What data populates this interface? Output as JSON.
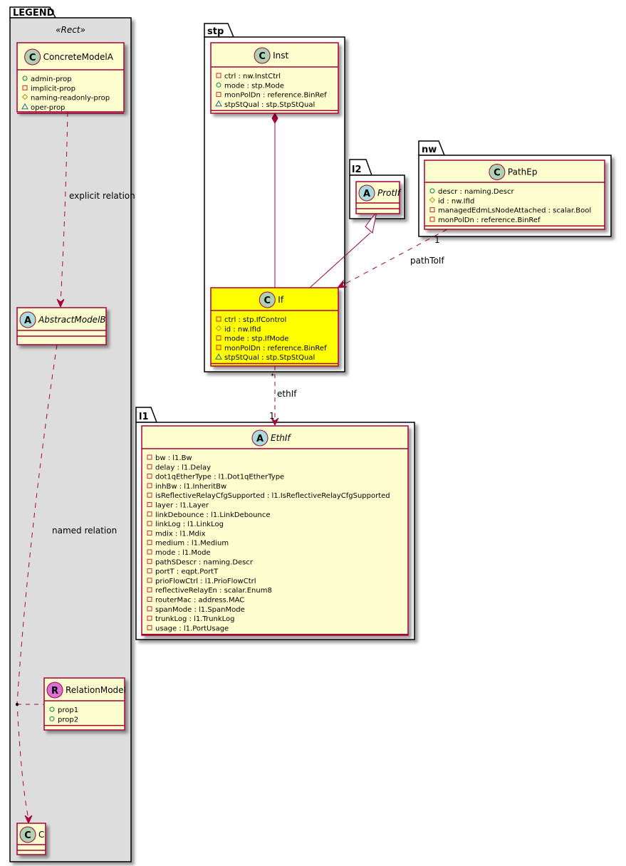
{
  "packages": {
    "legend": {
      "title": "LEGEND",
      "stereotype": "«Rect»"
    },
    "stp": {
      "title": "stp"
    },
    "l2": {
      "title": "l2"
    },
    "nw": {
      "title": "nw"
    },
    "l1": {
      "title": "l1"
    }
  },
  "classes": {
    "concreteModelA": {
      "kind": "C",
      "name": "ConcreteModelA",
      "attributes": [
        {
          "visibility": "public",
          "text": "admin-prop"
        },
        {
          "visibility": "private",
          "text": "implicit-prop"
        },
        {
          "visibility": "protected",
          "text": "naming-readonly-prop"
        },
        {
          "visibility": "package",
          "text": "oper-prop"
        }
      ]
    },
    "abstractModelB": {
      "kind": "A",
      "name": "AbstractModelB",
      "attributes": []
    },
    "relationModel": {
      "kind": "R",
      "name": "RelationModel",
      "attributes": [
        {
          "visibility": "public",
          "text": "prop1"
        },
        {
          "visibility": "public",
          "text": "prop2"
        }
      ]
    },
    "c": {
      "kind": "C",
      "name": "C",
      "attributes": []
    },
    "inst": {
      "kind": "C",
      "name": "Inst",
      "attributes": [
        {
          "visibility": "private",
          "text": "ctrl : nw.InstCtrl"
        },
        {
          "visibility": "public",
          "text": "mode : stp.Mode"
        },
        {
          "visibility": "private",
          "text": "monPolDn : reference.BinRef"
        },
        {
          "visibility": "package",
          "text": "stpStQual : stp.StpStQual"
        }
      ]
    },
    "if": {
      "kind": "C",
      "name": "If",
      "highlighted": true,
      "attributes": [
        {
          "visibility": "private",
          "text": "ctrl : stp.IfControl"
        },
        {
          "visibility": "protected",
          "text": "id : nw.IfId"
        },
        {
          "visibility": "private",
          "text": "mode : stp.IfMode"
        },
        {
          "visibility": "private",
          "text": "monPolDn : reference.BinRef"
        },
        {
          "visibility": "package",
          "text": "stpStQual : stp.StpStQual"
        }
      ]
    },
    "protIf": {
      "kind": "A",
      "name": "ProtIf",
      "attributes": []
    },
    "pathEp": {
      "kind": "C",
      "name": "PathEp",
      "attributes": [
        {
          "visibility": "public",
          "text": "descr : naming.Descr"
        },
        {
          "visibility": "protected",
          "text": "id : nw.IfId"
        },
        {
          "visibility": "private",
          "text": "managedEdmLsNodeAttached : scalar.Bool"
        },
        {
          "visibility": "private",
          "text": "monPolDn : reference.BinRef"
        }
      ]
    },
    "ethIf": {
      "kind": "A",
      "name": "EthIf",
      "attributes": [
        {
          "visibility": "private",
          "text": "bw : l1.Bw"
        },
        {
          "visibility": "private",
          "text": "delay : l1.Delay"
        },
        {
          "visibility": "private",
          "text": "dot1qEtherType : l1.Dot1qEtherType"
        },
        {
          "visibility": "private",
          "text": "inhBw : l1.InheritBw"
        },
        {
          "visibility": "private",
          "text": "isReflectiveRelayCfgSupported : l1.IsReflectiveRelayCfgSupported"
        },
        {
          "visibility": "private",
          "text": "layer : l1.Layer"
        },
        {
          "visibility": "private",
          "text": "linkDebounce : l1.LinkDebounce"
        },
        {
          "visibility": "private",
          "text": "linkLog : l1.LinkLog"
        },
        {
          "visibility": "private",
          "text": "mdix : l1.Mdix"
        },
        {
          "visibility": "private",
          "text": "medium : l1.Medium"
        },
        {
          "visibility": "private",
          "text": "mode : l1.Mode"
        },
        {
          "visibility": "private",
          "text": "pathSDescr : naming.Descr"
        },
        {
          "visibility": "private",
          "text": "portT : eqpt.PortT"
        },
        {
          "visibility": "private",
          "text": "prioFlowCtrl : l1.PrioFlowCtrl"
        },
        {
          "visibility": "private",
          "text": "reflectiveRelayEn : scalar.Enum8"
        },
        {
          "visibility": "private",
          "text": "routerMac : address.MAC"
        },
        {
          "visibility": "private",
          "text": "spanMode : l1.SpanMode"
        },
        {
          "visibility": "private",
          "text": "trunkLog : l1.TrunkLog"
        },
        {
          "visibility": "private",
          "text": "usage : l1.PortUsage"
        }
      ]
    }
  },
  "relations": {
    "explicit": {
      "label": "explicit relation",
      "from": "ConcreteModelA",
      "to": "AbstractModelB",
      "type": "dependency"
    },
    "named": {
      "label": "named relation",
      "from": "AbstractModelB",
      "to": "C",
      "type": "association-class",
      "assoc_class": "RelationModel"
    },
    "instIf": {
      "from": "Inst",
      "to": "If",
      "type": "composition"
    },
    "ifProtIf": {
      "from": "If",
      "to": "ProtIf",
      "type": "generalization"
    },
    "pathToIf": {
      "label": "pathToIf",
      "from": "PathEp",
      "to": "If",
      "type": "dependency",
      "from_mult": "1",
      "to_mult": "*"
    },
    "ethIfRel": {
      "label": "ethIf",
      "from": "If",
      "to": "EthIf",
      "type": "dependency",
      "from_mult": "*",
      "to_mult": "1"
    }
  },
  "colors": {
    "class_fill": "#fefece",
    "class_border": "#a80036",
    "highlight_fill": "#ffff00",
    "legend_fill": "#dddddd",
    "circle_class": "#add1b2",
    "circle_abstract": "#a9dcdf",
    "circle_relation": "#da70d6",
    "vis_public": "#038048",
    "vis_private": "#c82930",
    "vis_protected": "#b38d22",
    "vis_package": "#1963a0"
  }
}
